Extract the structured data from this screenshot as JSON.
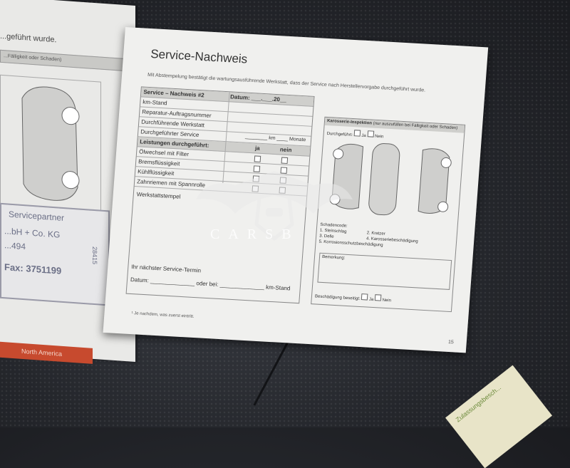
{
  "left_page": {
    "header_text": "...geführt wurde.",
    "bar_text": "...Fälligkeit oder Schaden)",
    "stamp_lines": [
      "Servicepartner",
      "...bH + Co. KG",
      "...494",
      "Fax: 3751199",
      "28415"
    ],
    "red_tab_text": "North America"
  },
  "title": "Service-Nachweis",
  "intro": "Mit Abstempelung bestätigt die wartungsausführende Werkstatt, dass der Service nach Herstellervorgabe durchgeführt wurde.",
  "form": {
    "header_label": "Service – Nachweis #2",
    "date_label": "Datum:",
    "date_suffix": "20",
    "rows": [
      {
        "label": "km-Stand"
      },
      {
        "label": "Reparatur-Auftragsnummer"
      },
      {
        "label": "Durchführende Werkstatt"
      },
      {
        "label": "Durchgeführter Service"
      }
    ],
    "km_label": "km",
    "months_label": "Monate",
    "services_header": "Leistungen durchgeführt:",
    "yes_label": "ja",
    "no_label": "nein",
    "services": [
      {
        "label": "Ölwechsel mit Filter"
      },
      {
        "label": "Bremsflüssigkeit"
      },
      {
        "label": "Kühlflüssigkeit"
      },
      {
        "label": "Zahnriemen mit Spannrolle"
      }
    ],
    "stamp_label": "Werkstattstempel",
    "next_service": "Ihr nächster Service-Termin",
    "date_field": "Datum:",
    "or_at": "oder bei:",
    "km_stand": "km-Stand"
  },
  "inspection": {
    "header": "Karosserie-Inspektion",
    "header_sub": "(nur auszufüllen bei Fälligkeit oder Schaden)",
    "performed_label": "Durchgeführt:",
    "yes": "Ja",
    "no": "Nein",
    "damage_codes_title": "Schadencode:",
    "codes": [
      "1. Steinschlag",
      "2. Kratzer",
      "3. Delle",
      "4. Karosseriebeschädigung",
      "5. Korrosionsschutzbeschädigung"
    ],
    "remarks_label": "Bemerkung:",
    "fixed_label": "Beschädigung beseitigt:",
    "fixed_yes": "Ja",
    "fixed_no": "Nein"
  },
  "footnote": "¹ Je nachdem, was zuerst eintritt.",
  "page_number": "15",
  "watermark": "CARSB",
  "bottom_doc": "Zulassungsbesch..."
}
